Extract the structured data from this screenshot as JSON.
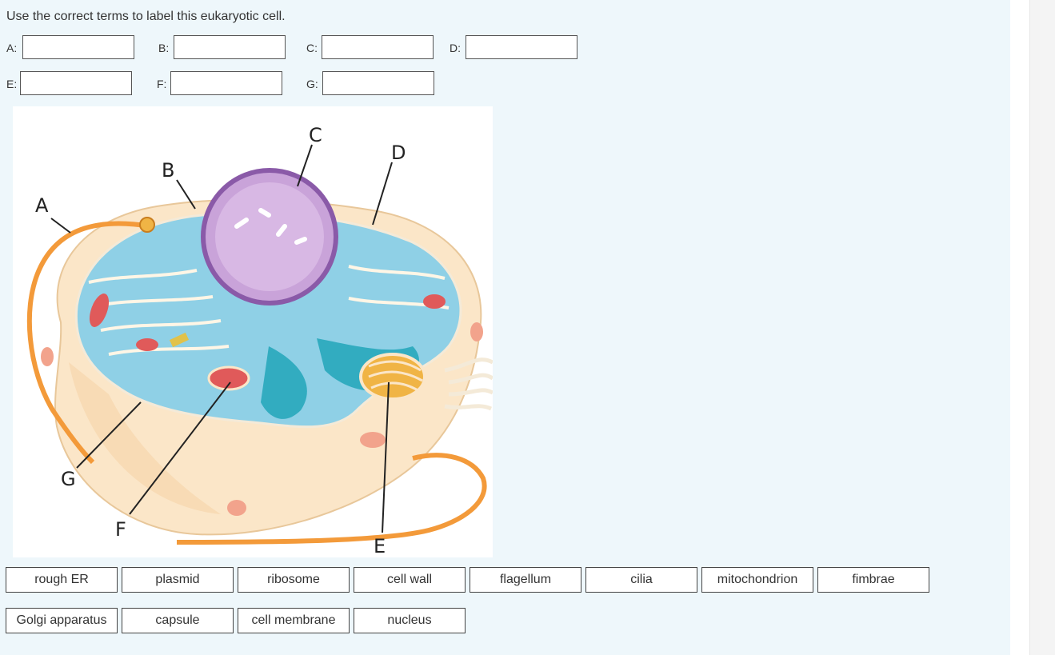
{
  "question": {
    "prompt": "Use the correct terms to label this eukaryotic cell."
  },
  "answer_fields": [
    {
      "label": "A:",
      "value": ""
    },
    {
      "label": "B:",
      "value": ""
    },
    {
      "label": "C:",
      "value": ""
    },
    {
      "label": "D:",
      "value": ""
    },
    {
      "label": "E:",
      "value": ""
    },
    {
      "label": "F:",
      "value": ""
    },
    {
      "label": "G:",
      "value": ""
    }
  ],
  "diagram": {
    "labels": [
      "A",
      "B",
      "C",
      "D",
      "E",
      "F",
      "G"
    ]
  },
  "word_bank": [
    "rough ER",
    "plasmid",
    "ribosome",
    "cell wall",
    "flagellum",
    "cilia",
    "mitochondrion",
    "fimbrae",
    "Golgi apparatus",
    "capsule",
    "cell membrane",
    "nucleus"
  ],
  "colors": {
    "page_background": "#eef7fb",
    "cytoplasm": "#fbe6c8",
    "er": "#8fd0e6",
    "nucleus": "#c9a3d9",
    "golgi": "#f0b445",
    "flagellum": "#f39a3a"
  }
}
